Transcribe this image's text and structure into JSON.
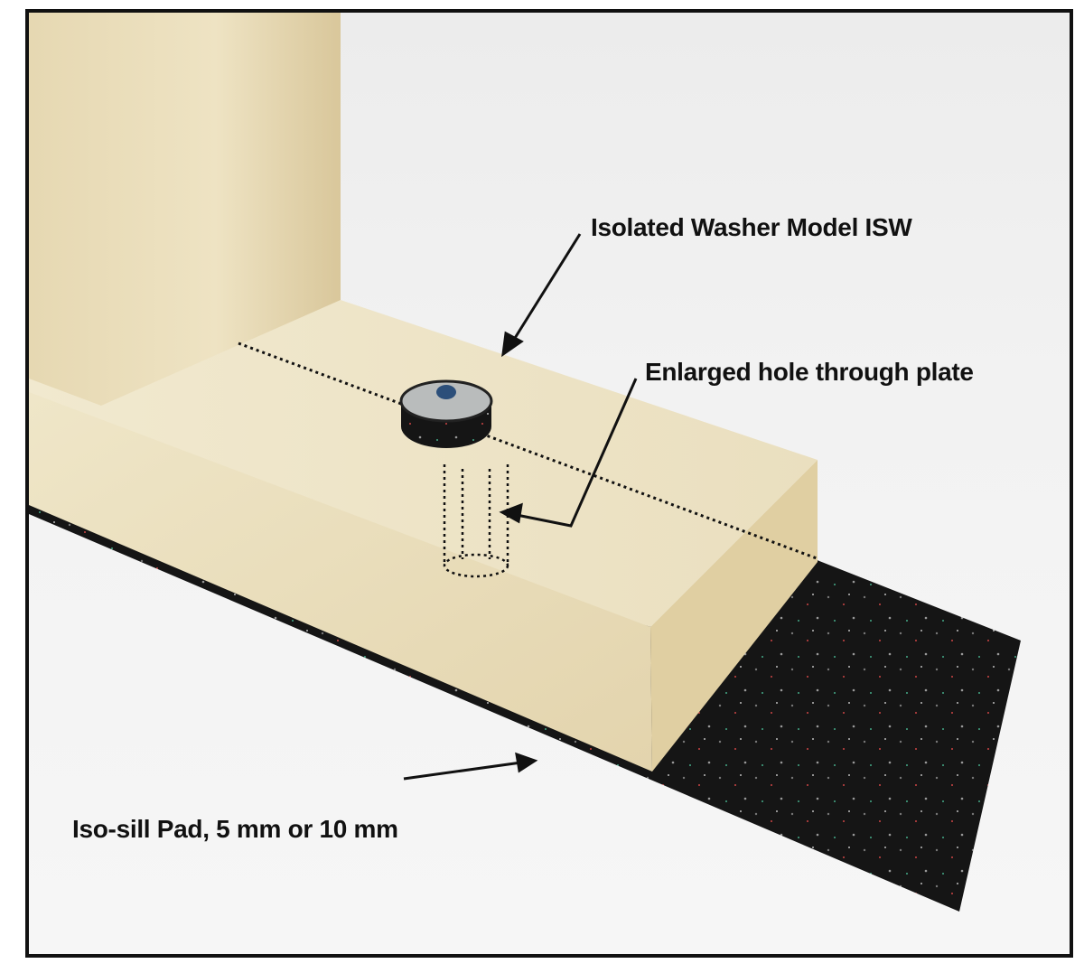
{
  "labels": {
    "washer": "Isolated Washer Model ISW",
    "hole": "Enlarged hole through plate",
    "pad": "Iso-sill Pad, 5 mm or 10 mm"
  },
  "colors": {
    "wood": "#eadfbf",
    "pad": "#151515",
    "washer_top": "#b9bcbc",
    "bolt": "#2c4f7a"
  }
}
